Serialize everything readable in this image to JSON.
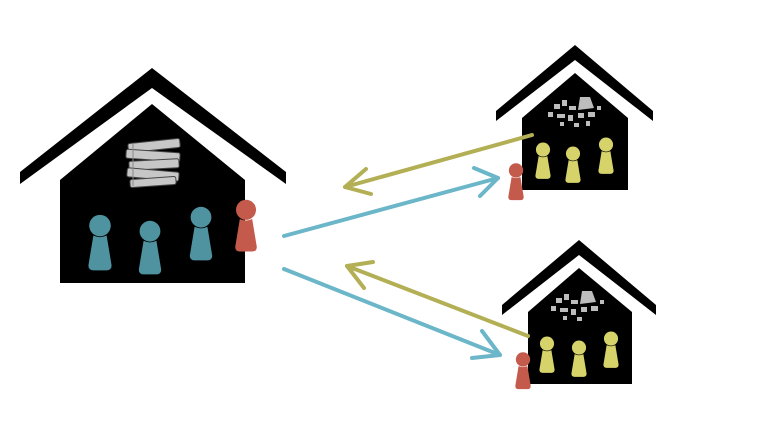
{
  "colors": {
    "background": "#ffffff",
    "house": "#000000",
    "roof_gap": "#ffffff",
    "teal_pawn": "#4f93a0",
    "red_pawn": "#c45a4c",
    "yellow_pawn": "#d6d36b",
    "olive_arrow": "#b3af55",
    "teal_arrow": "#6bb6c8",
    "books": "#c7c7c7"
  },
  "icons": {
    "main_house_content": "books-icon",
    "small_house_content": "scrap-pile-icon",
    "pawn": "pawn-icon"
  },
  "houses": [
    {
      "role": "main",
      "pawns": [
        "teal",
        "teal",
        "teal",
        "red"
      ]
    },
    {
      "role": "upper-right",
      "pawns": [
        "red",
        "yellow",
        "yellow",
        "yellow"
      ]
    },
    {
      "role": "lower-right",
      "pawns": [
        "red",
        "yellow",
        "yellow",
        "yellow"
      ]
    }
  ],
  "arrows": [
    {
      "from": "upper-right",
      "to": "main",
      "color": "olive"
    },
    {
      "from": "main",
      "to": "upper-right",
      "color": "teal"
    },
    {
      "from": "lower-right",
      "to": "main",
      "color": "olive"
    },
    {
      "from": "main",
      "to": "lower-right",
      "color": "teal"
    }
  ]
}
